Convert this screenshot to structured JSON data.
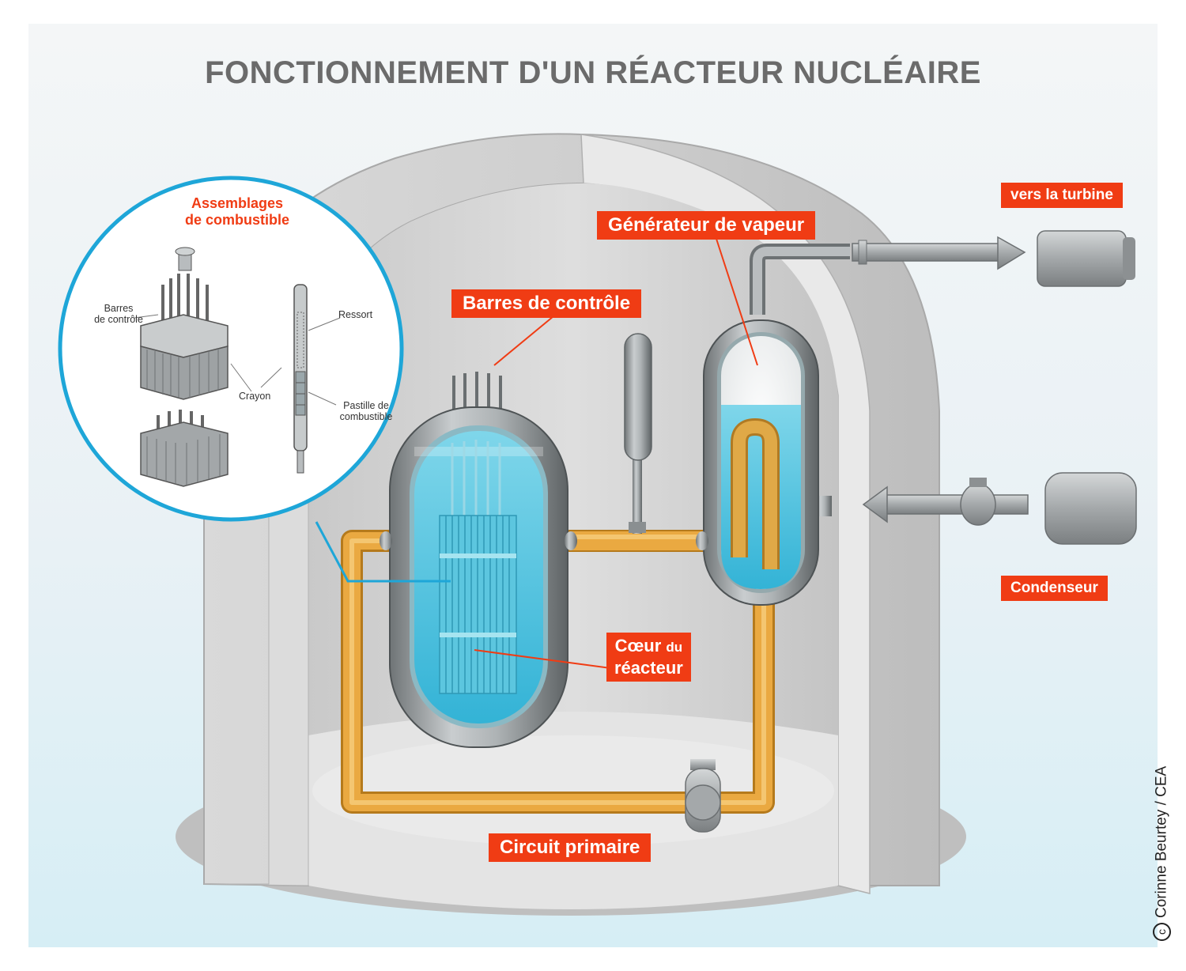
{
  "title": "FONCTIONNEMENT D'UN RÉACTEUR NUCLÉAIRE",
  "labels": {
    "steam_generator": "Générateur de vapeur",
    "control_rods": "Barres de contrôle",
    "turbine": "vers la turbine",
    "condenser": "Condenseur",
    "core_line1": "Cœur",
    "core_du": "du",
    "core_line2": "réacteur",
    "primary_circuit": "Circuit primaire"
  },
  "inset": {
    "heading_line1": "Assemblages",
    "heading_line2": "de combustible",
    "rods_line1": "Barres",
    "rods_line2": "de contrôle",
    "spring": "Ressort",
    "rod": "Crayon",
    "pellet_line1": "Pastille de",
    "pellet_line2": "combustible"
  },
  "credit": {
    "symbol": "c",
    "text": "Corinne Beurtey / CEA"
  },
  "colors": {
    "accent_red": "#f03c14",
    "inset_ring": "#1ea6d8",
    "water": "#4cc3e0",
    "primary_pipe": "#eaa941",
    "containment": "#d2d2d2",
    "title_gray": "#6b6b6b"
  }
}
